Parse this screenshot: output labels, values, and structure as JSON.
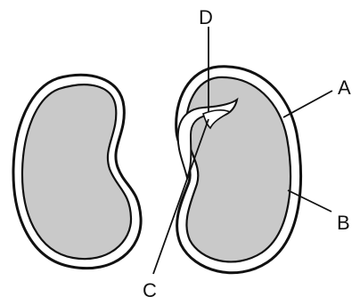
{
  "diagram": {
    "labels": {
      "A": "A",
      "B": "B",
      "C": "C",
      "D": "D"
    },
    "colors": {
      "fill": "#c9c9c9",
      "outline": "#111111",
      "background": "#ffffff"
    }
  }
}
